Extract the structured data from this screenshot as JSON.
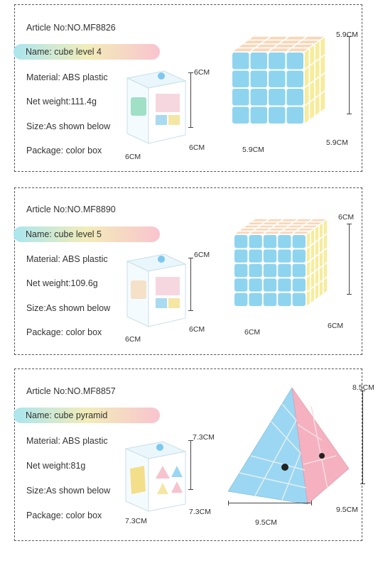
{
  "products": [
    {
      "article": "Article No:NO.MF8826",
      "name": "Name: cube level 4",
      "material": "Material: ABS plastic",
      "weight": "Net weight:111.4g",
      "size": "Size:As shown below",
      "package": "Package: color box",
      "box_dims": {
        "h": "6CM",
        "d": "6CM",
        "w": "6CM"
      },
      "cube_dims": {
        "h": "5.9CM",
        "w": "5.9CM",
        "d": "5.9CM"
      }
    },
    {
      "article": "Article No:NO.MF8890",
      "name": "Name: cube level 5",
      "material": "Material: ABS plastic",
      "weight": "Net weight:109.6g",
      "size": "Size:As shown below",
      "package": "Package: color box",
      "box_dims": {
        "h": "6CM",
        "d": "6CM",
        "w": "6CM"
      },
      "cube_dims": {
        "h": "6CM",
        "w": "6CM",
        "d": "6CM"
      }
    },
    {
      "article": "Article No:NO.MF8857",
      "name": "Name: cube pyramid",
      "material": "Material: ABS plastic",
      "weight": "Net weight:81g",
      "size": "Size:As shown below",
      "package": "Package: color box",
      "box_dims": {
        "h": "7.3CM",
        "d": "7.3CM",
        "w": "7.3CM"
      },
      "cube_dims": {
        "h": "8.5CM",
        "w": "9.5CM",
        "d": "9.5CM"
      }
    }
  ],
  "colors": {
    "cube_top": "#f8d7b8",
    "cube_front": "#8fd4ef",
    "cube_side": "#f7ec9c",
    "pyramid_pink": "#f5b1c0",
    "pyramid_blue": "#9bd7f2"
  }
}
